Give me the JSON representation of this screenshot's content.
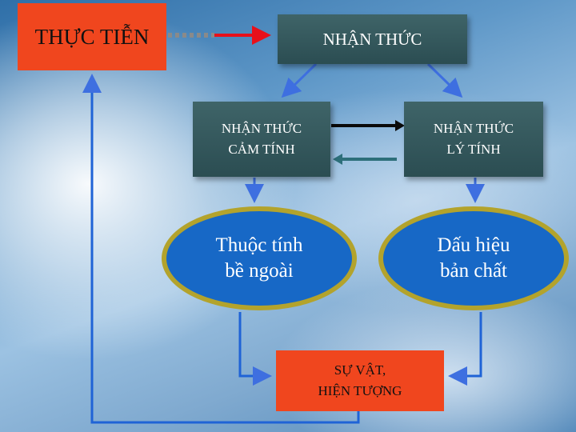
{
  "nodes": {
    "thuc_tien": "THỰC TIỄN",
    "nhan_thuc": "NHẬN THỨC",
    "nhan_thuc_cam_tinh": "NHẬN THỨC\nCẢM TÍNH",
    "nhan_thuc_ly_tinh": "NHẬN THỨC\nLÝ TÍNH",
    "thuoc_tinh_be_ngoai": "Thuộc tính\nbề ngoài",
    "dau_hieu_ban_chat": "Dấu hiệu\nbản chất",
    "su_vat_hien_tuong": "SỰ VẬT,\nHIỆN TƯỢNG"
  },
  "colors": {
    "red_box": "#f0461e",
    "teal_box": "#2b4d52",
    "ellipse_fill": "#1768c6",
    "ellipse_border": "#b3a32c",
    "connector_blue": "#1f63d6",
    "red_arrow": "#e8101a"
  }
}
